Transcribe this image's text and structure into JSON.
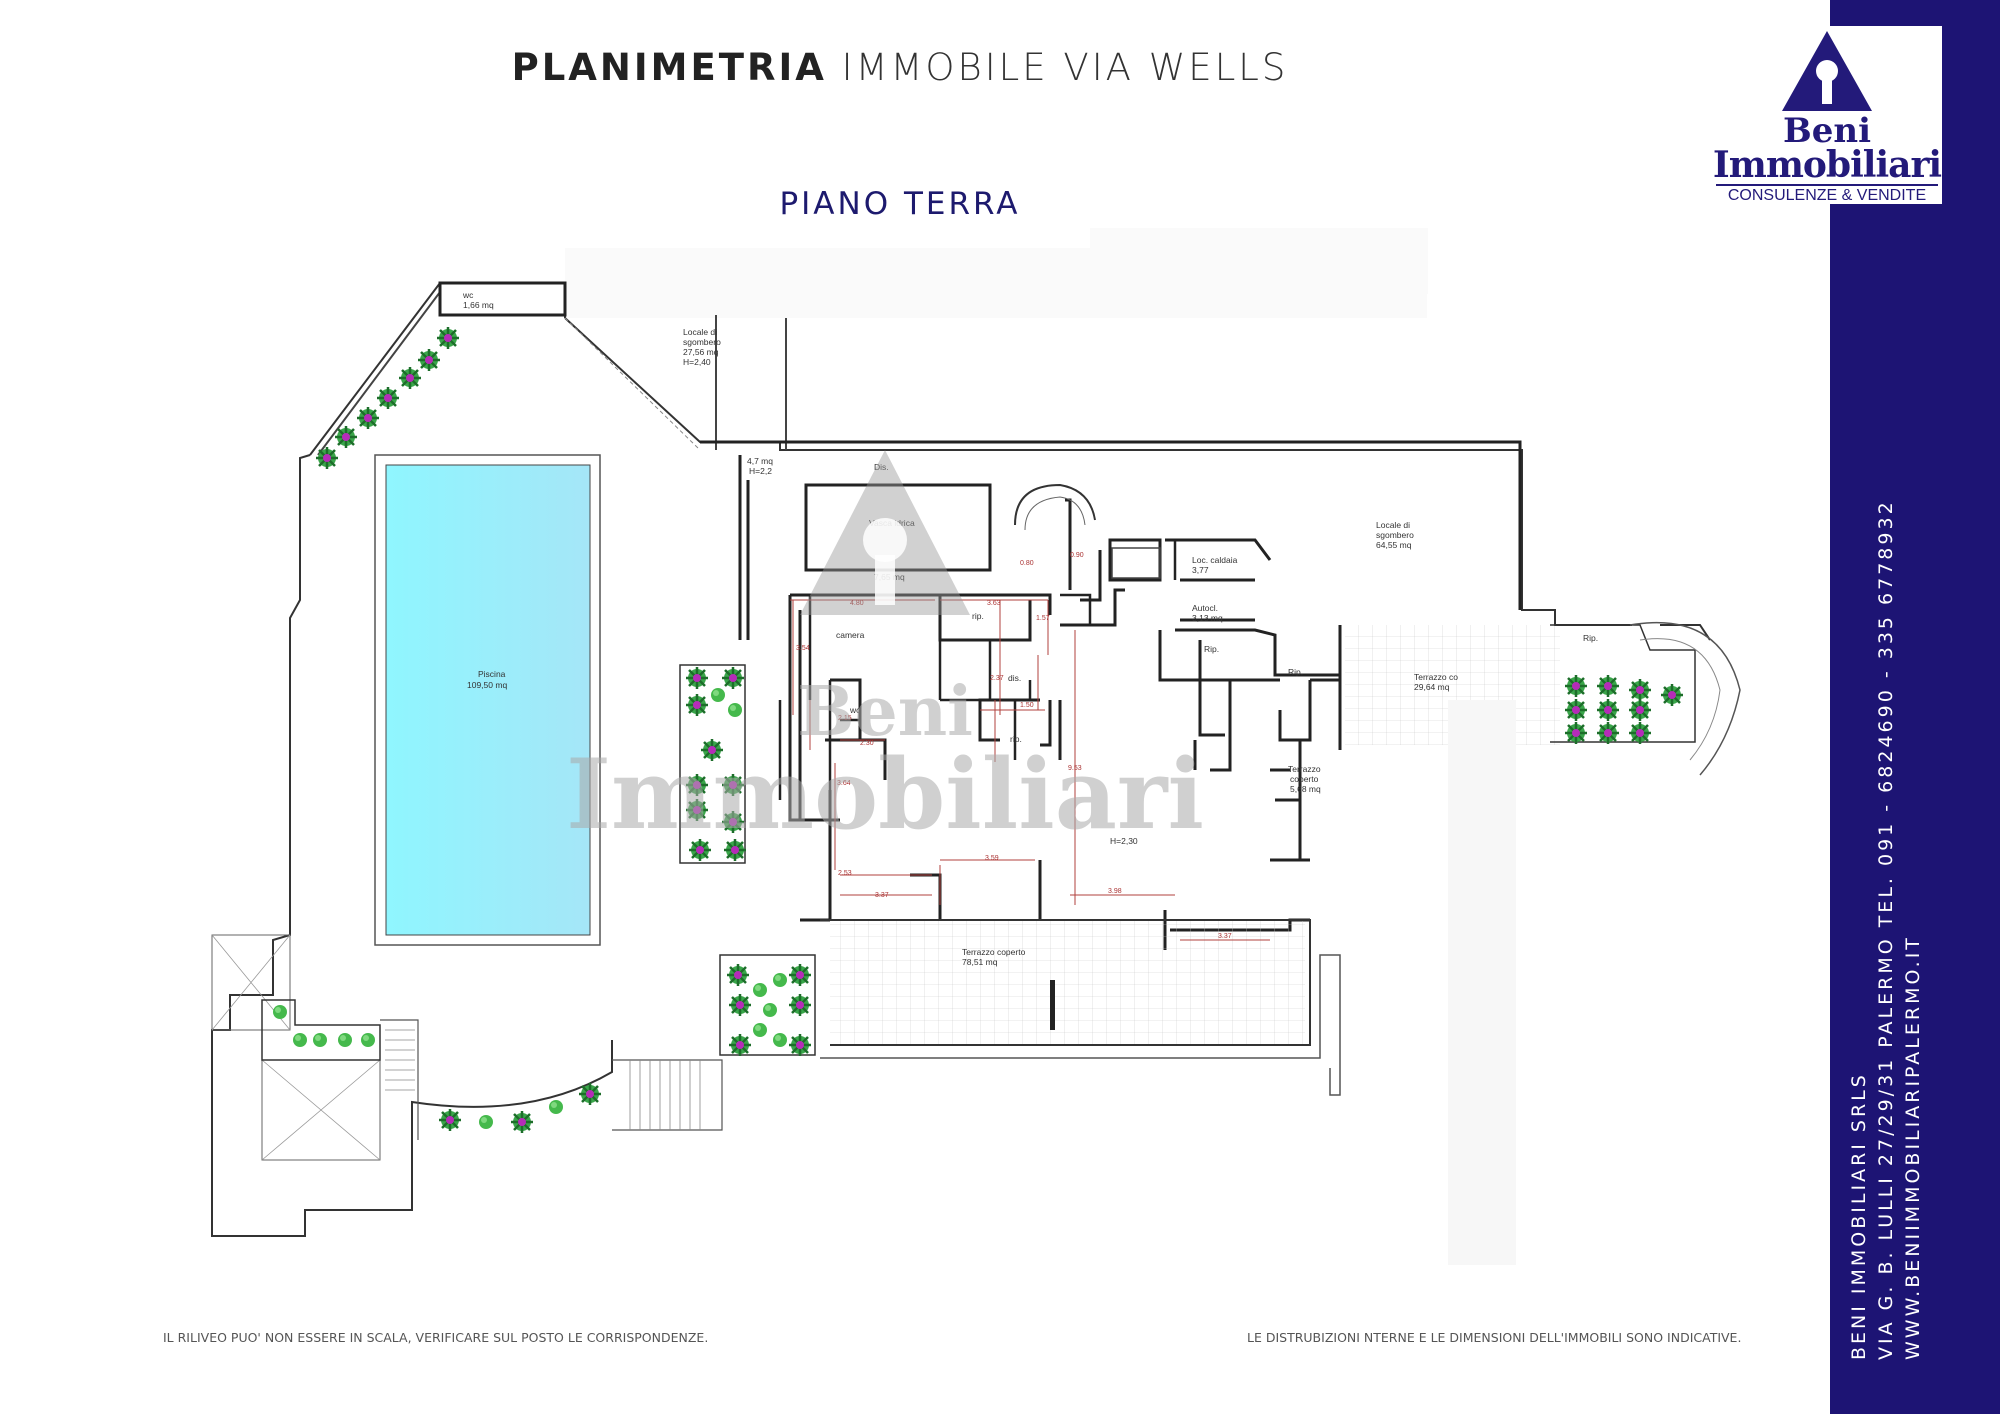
{
  "header": {
    "title_bold": "PLANIMETRIA",
    "title_light": "IMMOBILE VIA WELLS",
    "subtitle": "PIANO TERRA"
  },
  "logo": {
    "line1": "Beni",
    "line2": "Immobiliari",
    "line3": "CONSULENZE & VENDITE",
    "watermark_line1": "Beni",
    "watermark_line2": "Immobiliari"
  },
  "sidebar": {
    "line1": "BENI IMMOBILIARI SRLS",
    "line2": "VIA G. B. LULLI 27/29/31 PALERMO TEL. 091 - 6824690 - 335 6778932",
    "line3": "WWW.BENIIMMOBILIARIPALERMO.IT"
  },
  "footer": {
    "left": "IL RILIVEO PUO' NON ESSERE IN SCALA, VERIFICARE SUL POSTO LE CORRISPONDENZE.",
    "right": "LE DISTRUBIZIONI NTERNE E LE DIMENSIONI DELL'IMMOBILI SONO INDICATIVE."
  },
  "rooms": {
    "wc_top_name": "wc",
    "wc_top_area": "1,66 mq",
    "sgombero1_l1": "Locale di",
    "sgombero1_l2": "sgombero",
    "sgombero1_l3": "27,56 mq",
    "sgombero1_l4": "H=2,40",
    "small_area": "4,7 mq",
    "small_h": "H=2,2",
    "dis_top": "Dis.",
    "vasca": "Vasca idrica",
    "vasca_area": "7,65 mq",
    "piscina_name": "Piscina",
    "piscina_area": "109,50 mq",
    "camera": "camera",
    "rip1": "rip.",
    "dis2": "dis.",
    "wc2": "wc",
    "rip2": "rip.",
    "h230": "H=2,30",
    "loc_caldaia": "Loc. caldaia",
    "loc_caldaia_area": "3,77",
    "autocl": "Autocl.",
    "autocl_area": "3,13 mq",
    "rip3": "Rip.",
    "rip4": "Rip.",
    "rip5": "Rip.",
    "sgombero2_l1": "Locale di",
    "sgombero2_l2": "sgombero",
    "sgombero2_l3": "64,55 mq",
    "terrazzo1_name": "Terrazzo co",
    "terrazzo1_area": "29,64 mq",
    "terrazzo2_l1": "Terrazzo",
    "terrazzo2_l2": "coperto",
    "terrazzo2_l3": "5,68 mq",
    "terrazzo3_name": "Terrazzo coperto",
    "terrazzo3_area": "78,51 mq"
  },
  "dimensions": {
    "d1": "4.80",
    "d2": "3.63",
    "d3": "3.54",
    "d4": "1.57",
    "d5": "2.37",
    "d6": "1.50",
    "d7": "2.15",
    "d8": "2.30",
    "d9": "3.64",
    "d10": "9.53",
    "d11": "3.59",
    "d12": "2.53",
    "d13": "3.37",
    "d14": "3.98",
    "d15": "3.37",
    "d16": "0.80",
    "d17": "0.90"
  },
  "colors": {
    "brand": "#1d1474",
    "pool_light": "#8ff6ff",
    "pool_dark": "#a5e6f7",
    "wall": "#222222",
    "dimension_line": "#b0413e"
  }
}
